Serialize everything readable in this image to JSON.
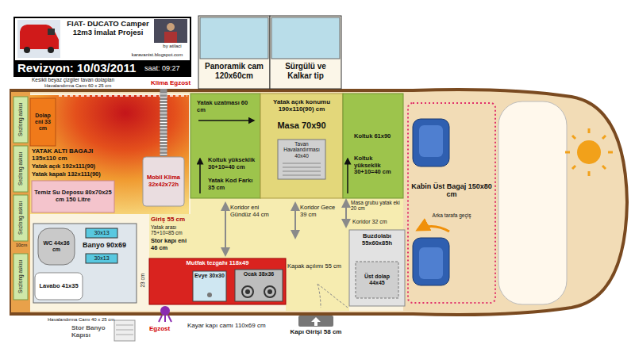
{
  "diagram": {
    "nodes": [
      {
        "text": [
          "FIAT- DUCATO Camper 12m3 İmalat Projesi",
          "by atilaci",
          "karavanist.blogspot.com",
          "Revizyon: 10/03/2011",
          "saat: 09:27"
        ]
      },
      {
        "text": [
          "Panoramik cam 120x60cm"
        ]
      },
      {
        "text": [
          "Sürgülü ve Kalkar tip"
        ]
      },
      {
        "text": [
          "YATAK ALTI BAGAJI 135x110 cm",
          "Yatak açık 192x111(90)",
          "Yatak kapalı 132x111(90)"
        ]
      },
      {
        "text": [
          "Dolap eni 33 cm"
        ],
        "in": 3
      },
      {
        "text": [
          "Mobil Klima 32x42x72h"
        ],
        "in": 3
      },
      {
        "text": [
          "Temiz Su Deposu 80x70x25 cm 150 Litre"
        ],
        "in": 3
      },
      {
        "text": [
          "Yatak uzatması 60 cm",
          "Koltuk yükseklik 30+10=40 cm",
          "Yatak Kod Farkı 35 cm"
        ]
      },
      {
        "text": [
          "Yatak açık konumu 190x110(90) cm",
          "Masa 70x90"
        ]
      },
      {
        "text": [
          "Tavan Havalandırması 40x40"
        ],
        "in": 8
      },
      {
        "text": [
          "Koltuk 61x90",
          "Koltuk yükseklik 30+10=40 cm"
        ]
      },
      {
        "text": [
          "Kabin Üst Bagaj 150x80 cm",
          "Arka tarafa geçiş"
        ]
      },
      {
        "text": [
          "Sezlong askısı"
        ]
      },
      {
        "text": [
          "Sezlong askısı"
        ]
      },
      {
        "text": [
          "Sezlong askısı"
        ]
      },
      {
        "text": [
          "Sezlong askısı"
        ]
      },
      {
        "text": [
          "Banyo 90x69"
        ]
      },
      {
        "text": [
          "WC 44x36 cm"
        ],
        "in": 16
      },
      {
        "text": [
          "30x13"
        ],
        "in": 16
      },
      {
        "text": [
          "30x13"
        ],
        "in": 16
      },
      {
        "text": [
          "Lavabo 41x35"
        ],
        "in": 16
      },
      {
        "text": [
          "Mutfak tezgahı 118x49"
        ]
      },
      {
        "text": [
          "Evye 30x30"
        ],
        "in": 21
      },
      {
        "text": [
          "Ocak 38x36"
        ],
        "in": 21
      },
      {
        "text": [
          "Buzdolabı 55x60x85h"
        ]
      },
      {
        "text": [
          "Üst dolap 44x45"
        ],
        "in": 24
      },
      {
        "text": [
          "Kapı Girişi 58 cm"
        ]
      }
    ],
    "labels": [
      "Kesikli beyaz çizgiler tavan dolapları",
      "Havalandırma Camı 60 x 25 cm",
      "Klima Egzost",
      "10cm",
      "Giriş 55 cm",
      "Yatak arası 75+10=85 cm",
      "Stor kapı eni 46 cm",
      "Koridor eni Gündüz 44 cm",
      "Koridor Gece 39 cm",
      "Masa grubu yatak eki 20 cm",
      "Koridor 32 cm",
      "Kapak açılımı 55 cm",
      "23 cm",
      "Havalandırma Camı 40 x 25 cm",
      "Stor Banyo Kapısı",
      "Egzost",
      "Kayar kapı camı 110x69 cm"
    ]
  }
}
